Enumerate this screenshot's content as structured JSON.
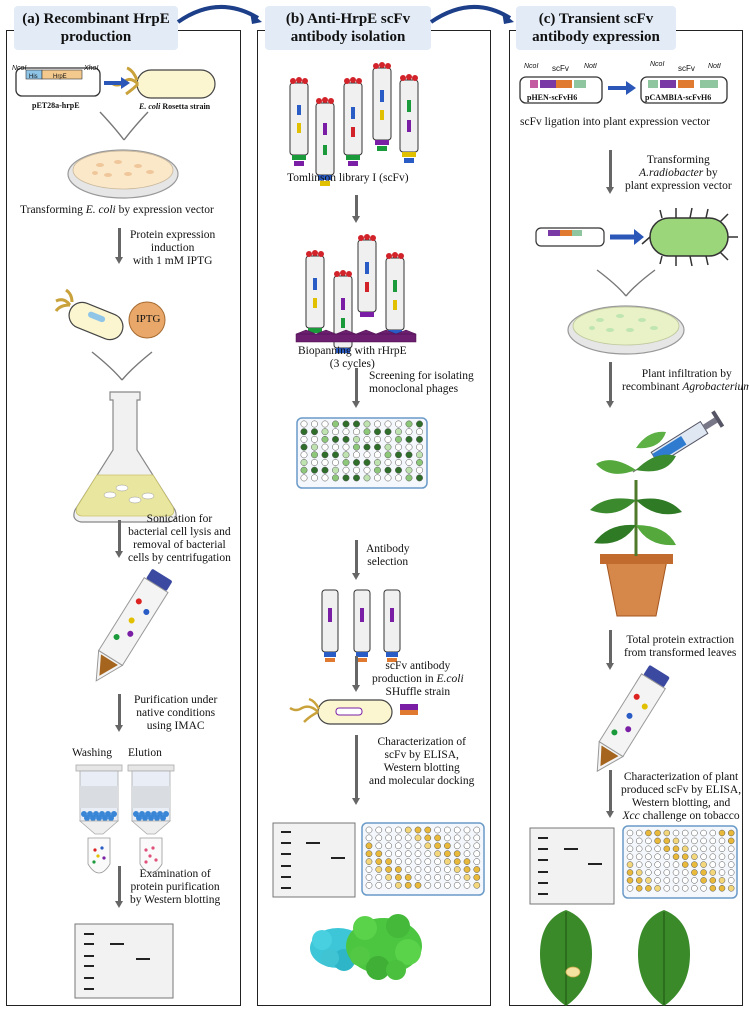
{
  "panels": {
    "a": {
      "title_line1": "(a) Recombinant HrpE",
      "title_line2": "production",
      "plasmid_name": "pET28a-hrpE",
      "site_left": "NcoI",
      "site_right": "XhoI",
      "gene_his": "His",
      "gene_hrpe": "HrpE",
      "strain_italic": "E. coli",
      "strain_rest": " Rosetta strain",
      "step_transform_pre": "Transforming ",
      "step_transform_italic": "E. coli",
      "step_transform_post": " by expression vector",
      "step_induction_1": "Protein expression",
      "step_induction_2": "induction",
      "step_induction_3": "with 1 mM IPTG",
      "iptg": "IPTG",
      "step_sonication_1": "Sonication for",
      "step_sonication_2": "bacterial cell lysis and",
      "step_sonication_3": "removal of bacterial",
      "step_sonication_4": "cells by centrifugation",
      "step_purif_1": "Purification under",
      "step_purif_2": "native conditions",
      "step_purif_3": "using IMAC",
      "washing": "Washing",
      "elution": "Elution",
      "step_exam_1": "Examination of",
      "step_exam_2": "protein purification",
      "step_exam_3": "by Western blotting"
    },
    "b": {
      "title_line1": "(b) Anti-HrpE scFv",
      "title_line2": "antibody isolation",
      "library": "Tomlinson library I (scFv)",
      "biopanning_1": "Biopanning with rHrpE",
      "biopanning_2": "(3 cycles)",
      "screening_1": "Screening for isolating",
      "screening_2": "monoclonal phages",
      "selection_1": "Antibody",
      "selection_2": "selection",
      "production_1": "scFv antibody",
      "production_2_pre": "production in ",
      "production_2_italic": "E.coli",
      "production_3": "SHuffle strain",
      "char_1": "Characterization of",
      "char_2": "scFv by ELISA,",
      "char_3": "Western blotting",
      "char_4": "and molecular docking"
    },
    "c": {
      "title_line1": "(c) Transient scFv",
      "title_line2": "antibody expression",
      "vec1_name": "pHEN-scFvH6",
      "vec2_name": "pCAMBIA-scFvH6",
      "site_nco": "NcoI",
      "site_not": "NotI",
      "scfv": "scFv",
      "ligation": "scFv ligation into plant expression vector",
      "transform_1": "Transforming",
      "transform_2": "A.radiobacter",
      "transform_3": " by",
      "transform_4": "plant expression vector",
      "infil_1": "Plant infiltration by",
      "infil_2_pre": "recombinant ",
      "infil_2_italic": "Agrobacterium",
      "extract_1": "Total protein extraction",
      "extract_2": "from transformed leaves",
      "char_1": "Characterization of plant",
      "char_2": "produced scFv by ELISA,",
      "char_3": "Western blotting, and",
      "char_4_italic": "Xcc",
      "char_4_post": " challenge on tobacco"
    }
  }
}
